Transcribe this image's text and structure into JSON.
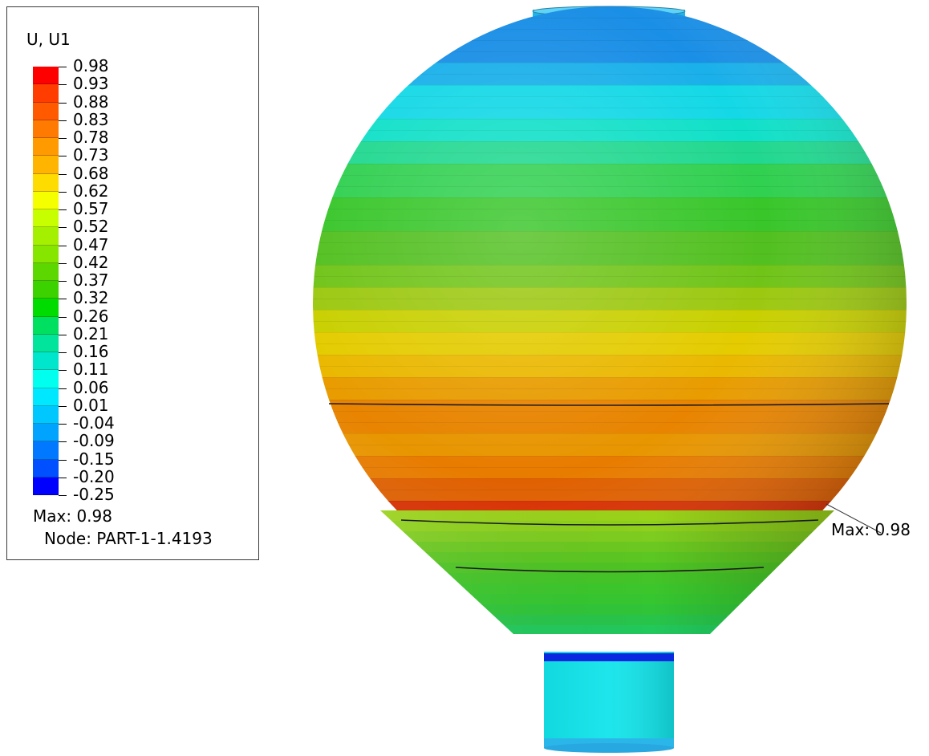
{
  "legend": {
    "title": "U, U1",
    "ticks": [
      "0.98",
      "0.93",
      "0.88",
      "0.83",
      "0.78",
      "0.73",
      "0.68",
      "0.62",
      "0.57",
      "0.52",
      "0.47",
      "0.42",
      "0.37",
      "0.32",
      "0.26",
      "0.21",
      "0.16",
      "0.11",
      "0.06",
      "0.01",
      "-0.04",
      "-0.09",
      "-0.15",
      "-0.20",
      "-0.25"
    ],
    "colors": [
      "#ff0000",
      "#ff3d00",
      "#ff5a00",
      "#ff7a00",
      "#ff9a00",
      "#ffb400",
      "#ffdc00",
      "#f5ff00",
      "#c8ff00",
      "#a4f000",
      "#86e600",
      "#5cd800",
      "#3cd200",
      "#00dc00",
      "#00e060",
      "#00e49c",
      "#00e6cc",
      "#00ffee",
      "#00e8ff",
      "#00c8ff",
      "#00a4ff",
      "#0078ff",
      "#0050ff",
      "#0000ff"
    ],
    "max_label": "Max: 0.98",
    "node_label": "Node: PART-1-1.4193"
  },
  "model": {
    "max_callout": "Max: 0.98"
  }
}
